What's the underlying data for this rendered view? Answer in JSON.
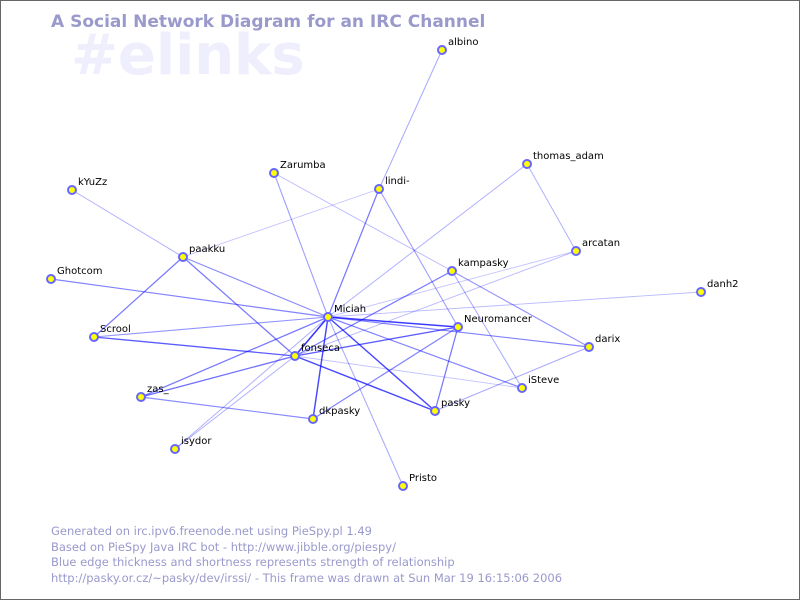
{
  "title": "A Social Network Diagram for an IRC Channel",
  "channel": "#elinks",
  "footer": [
    "Generated on irc.ipv6.freenode.net using PieSpy.pl 1.49",
    "Based on PieSpy Java IRC bot - http://www.jibble.org/piespy/",
    "Blue edge thickness and shortness represents strength of relationship",
    "http://pasky.or.cz/~pasky/dev/irssi/ - This frame was drawn at Sun Mar 19 16:15:06 2006"
  ],
  "colors": {
    "node_fill": "#ffff00",
    "node_stroke": "#6666ff",
    "edge": "#0000ff",
    "text": "#9999cc"
  },
  "nodes": [
    "albino",
    "thomas_adam",
    "Zarumba",
    "lindi-",
    "kYuZz",
    "arcatan",
    "paakku",
    "kampasky",
    "Ghotcom",
    "danh2",
    "Miciah",
    "Neuromancer",
    "Scrool",
    "darix",
    "fonseca",
    "iSteve",
    "zas_",
    "pasky",
    "dkpasky",
    "isydor",
    "Pristo"
  ],
  "edges": [
    {
      "source": "albino",
      "target": "lindi-",
      "strength": 0.3
    },
    {
      "source": "kYuZz",
      "target": "paakku",
      "strength": 0.25
    },
    {
      "source": "Zarumba",
      "target": "Miciah",
      "strength": 0.35
    },
    {
      "source": "Zarumba",
      "target": "kampasky",
      "strength": 0.2
    },
    {
      "source": "lindi-",
      "target": "Miciah",
      "strength": 0.55
    },
    {
      "source": "lindi-",
      "target": "paakku",
      "strength": 0.15
    },
    {
      "source": "lindi-",
      "target": "Neuromancer",
      "strength": 0.35
    },
    {
      "source": "thomas_adam",
      "target": "Miciah",
      "strength": 0.25
    },
    {
      "source": "thomas_adam",
      "target": "arcatan",
      "strength": 0.25
    },
    {
      "source": "arcatan",
      "target": "fonseca",
      "strength": 0.2
    },
    {
      "source": "arcatan",
      "target": "Miciah",
      "strength": 0.15
    },
    {
      "source": "kampasky",
      "target": "fonseca",
      "strength": 0.55
    },
    {
      "source": "kampasky",
      "target": "darix",
      "strength": 0.4
    },
    {
      "source": "kampasky",
      "target": "iSteve",
      "strength": 0.3
    },
    {
      "source": "danh2",
      "target": "Miciah",
      "strength": 0.2
    },
    {
      "source": "Neuromancer",
      "target": "Miciah",
      "strength": 0.85
    },
    {
      "source": "Neuromancer",
      "target": "fonseca",
      "strength": 0.7
    },
    {
      "source": "Neuromancer",
      "target": "pasky",
      "strength": 0.55
    },
    {
      "source": "Neuromancer",
      "target": "dkpasky",
      "strength": 0.5
    },
    {
      "source": "Miciah",
      "target": "darix",
      "strength": 0.5
    },
    {
      "source": "Miciah",
      "target": "iSteve",
      "strength": 0.5
    },
    {
      "source": "Miciah",
      "target": "pasky",
      "strength": 0.8
    },
    {
      "source": "Miciah",
      "target": "dkpasky",
      "strength": 0.8
    },
    {
      "source": "Miciah",
      "target": "Scrool",
      "strength": 0.4
    },
    {
      "source": "Miciah",
      "target": "Ghotcom",
      "strength": 0.5
    },
    {
      "source": "Miciah",
      "target": "zas_",
      "strength": 0.55
    },
    {
      "source": "Miciah",
      "target": "fonseca",
      "strength": 0.9
    },
    {
      "source": "Miciah",
      "target": "Pristo",
      "strength": 0.3
    },
    {
      "source": "Miciah",
      "target": "isydor",
      "strength": 0.25
    },
    {
      "source": "Miciah",
      "target": "paakku",
      "strength": 0.45
    },
    {
      "source": "fonseca",
      "target": "paakku",
      "strength": 0.55
    },
    {
      "source": "fonseca",
      "target": "Scrool",
      "strength": 0.7
    },
    {
      "source": "fonseca",
      "target": "zas_",
      "strength": 0.6
    },
    {
      "source": "fonseca",
      "target": "pasky",
      "strength": 0.8
    },
    {
      "source": "fonseca",
      "target": "iSteve",
      "strength": 0.15
    },
    {
      "source": "fonseca",
      "target": "isydor",
      "strength": 0.25
    },
    {
      "source": "paakku",
      "target": "Scrool",
      "strength": 0.55
    },
    {
      "source": "zas_",
      "target": "dkpasky",
      "strength": 0.45
    },
    {
      "source": "darix",
      "target": "pasky",
      "strength": 0.3
    }
  ]
}
